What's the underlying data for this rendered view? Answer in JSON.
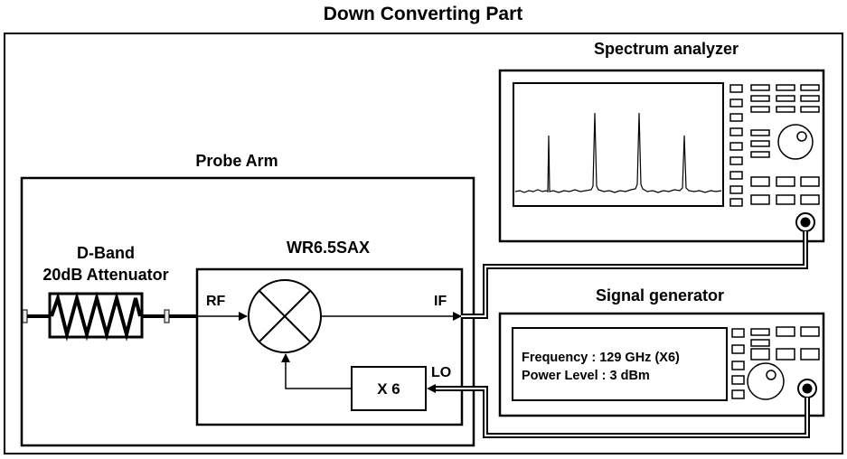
{
  "title": "Down Converting Part",
  "probe_arm": {
    "title": "Probe Arm",
    "attenuator_label_1": "D-Band",
    "attenuator_label_2": "20dB Attenuator",
    "mixer_module": {
      "title": "WR6.5SAX",
      "rf_label": "RF",
      "if_label": "IF",
      "lo_label": "LO",
      "multiplier_label": "X 6"
    }
  },
  "spectrum_analyzer": {
    "title": "Spectrum analyzer",
    "spectrum_peaks": 4
  },
  "signal_generator": {
    "title": "Signal generator",
    "frequency_line": "Frequency : 129 GHz (X6)",
    "power_line": "Power Level : 3 dBm"
  }
}
